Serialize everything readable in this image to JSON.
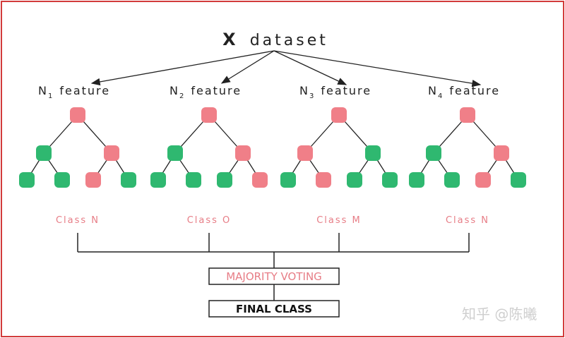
{
  "title": {
    "bold": "X",
    "rest": "dataset"
  },
  "features": [
    {
      "prefix": "N",
      "sub": "1",
      "word": "feature",
      "class_label": "Class N",
      "leaves": [
        "green",
        "green",
        "pink",
        "green"
      ],
      "mid": [
        "green",
        "pink"
      ]
    },
    {
      "prefix": "N",
      "sub": "2",
      "word": "feature",
      "class_label": "Class O",
      "leaves": [
        "green",
        "green",
        "green",
        "pink"
      ],
      "mid": [
        "green",
        "pink"
      ]
    },
    {
      "prefix": "N",
      "sub": "3",
      "word": "feature",
      "class_label": "Class M",
      "leaves": [
        "green",
        "pink",
        "green",
        "green"
      ],
      "mid": [
        "pink",
        "green"
      ]
    },
    {
      "prefix": "N",
      "sub": "4",
      "word": "feature",
      "class_label": "Class N",
      "leaves": [
        "green",
        "green",
        "pink",
        "green"
      ],
      "mid": [
        "green",
        "pink"
      ]
    }
  ],
  "majority_voting": "MAJORITY VOTING",
  "final_class": "FINAL CLASS",
  "watermark": "知乎 @陈曦",
  "colors": {
    "pink": "#f07f88",
    "green": "#2fb870",
    "pink_text": "#e77d86",
    "frame": "#d23b3b",
    "line": "#222222"
  }
}
